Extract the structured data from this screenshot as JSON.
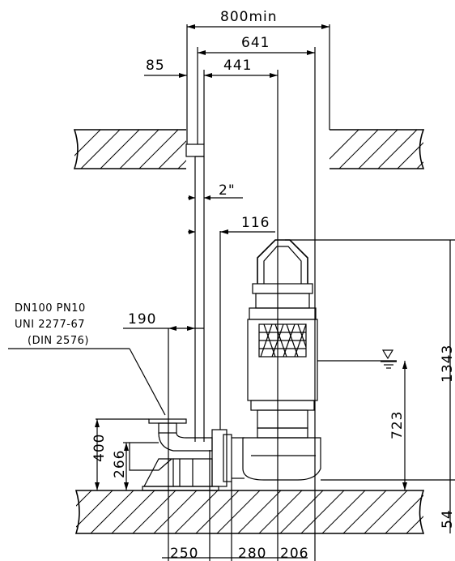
{
  "dimensions": {
    "d800": "800min",
    "d641": "641",
    "d85": "85",
    "d441": "441",
    "d2in": "2\"",
    "d116": "116",
    "d190": "190",
    "d1343": "1343",
    "d723": "723",
    "d400": "400",
    "d266": "266",
    "d54": "54",
    "d250": "250",
    "d280": "280",
    "d206": "206"
  },
  "flange_note": {
    "line1": "DN100 PN10",
    "line2": "UNI 2277-67",
    "line3": "(DIN 2576)"
  },
  "icons": {
    "water_level": "water-level-triangle-icon"
  }
}
